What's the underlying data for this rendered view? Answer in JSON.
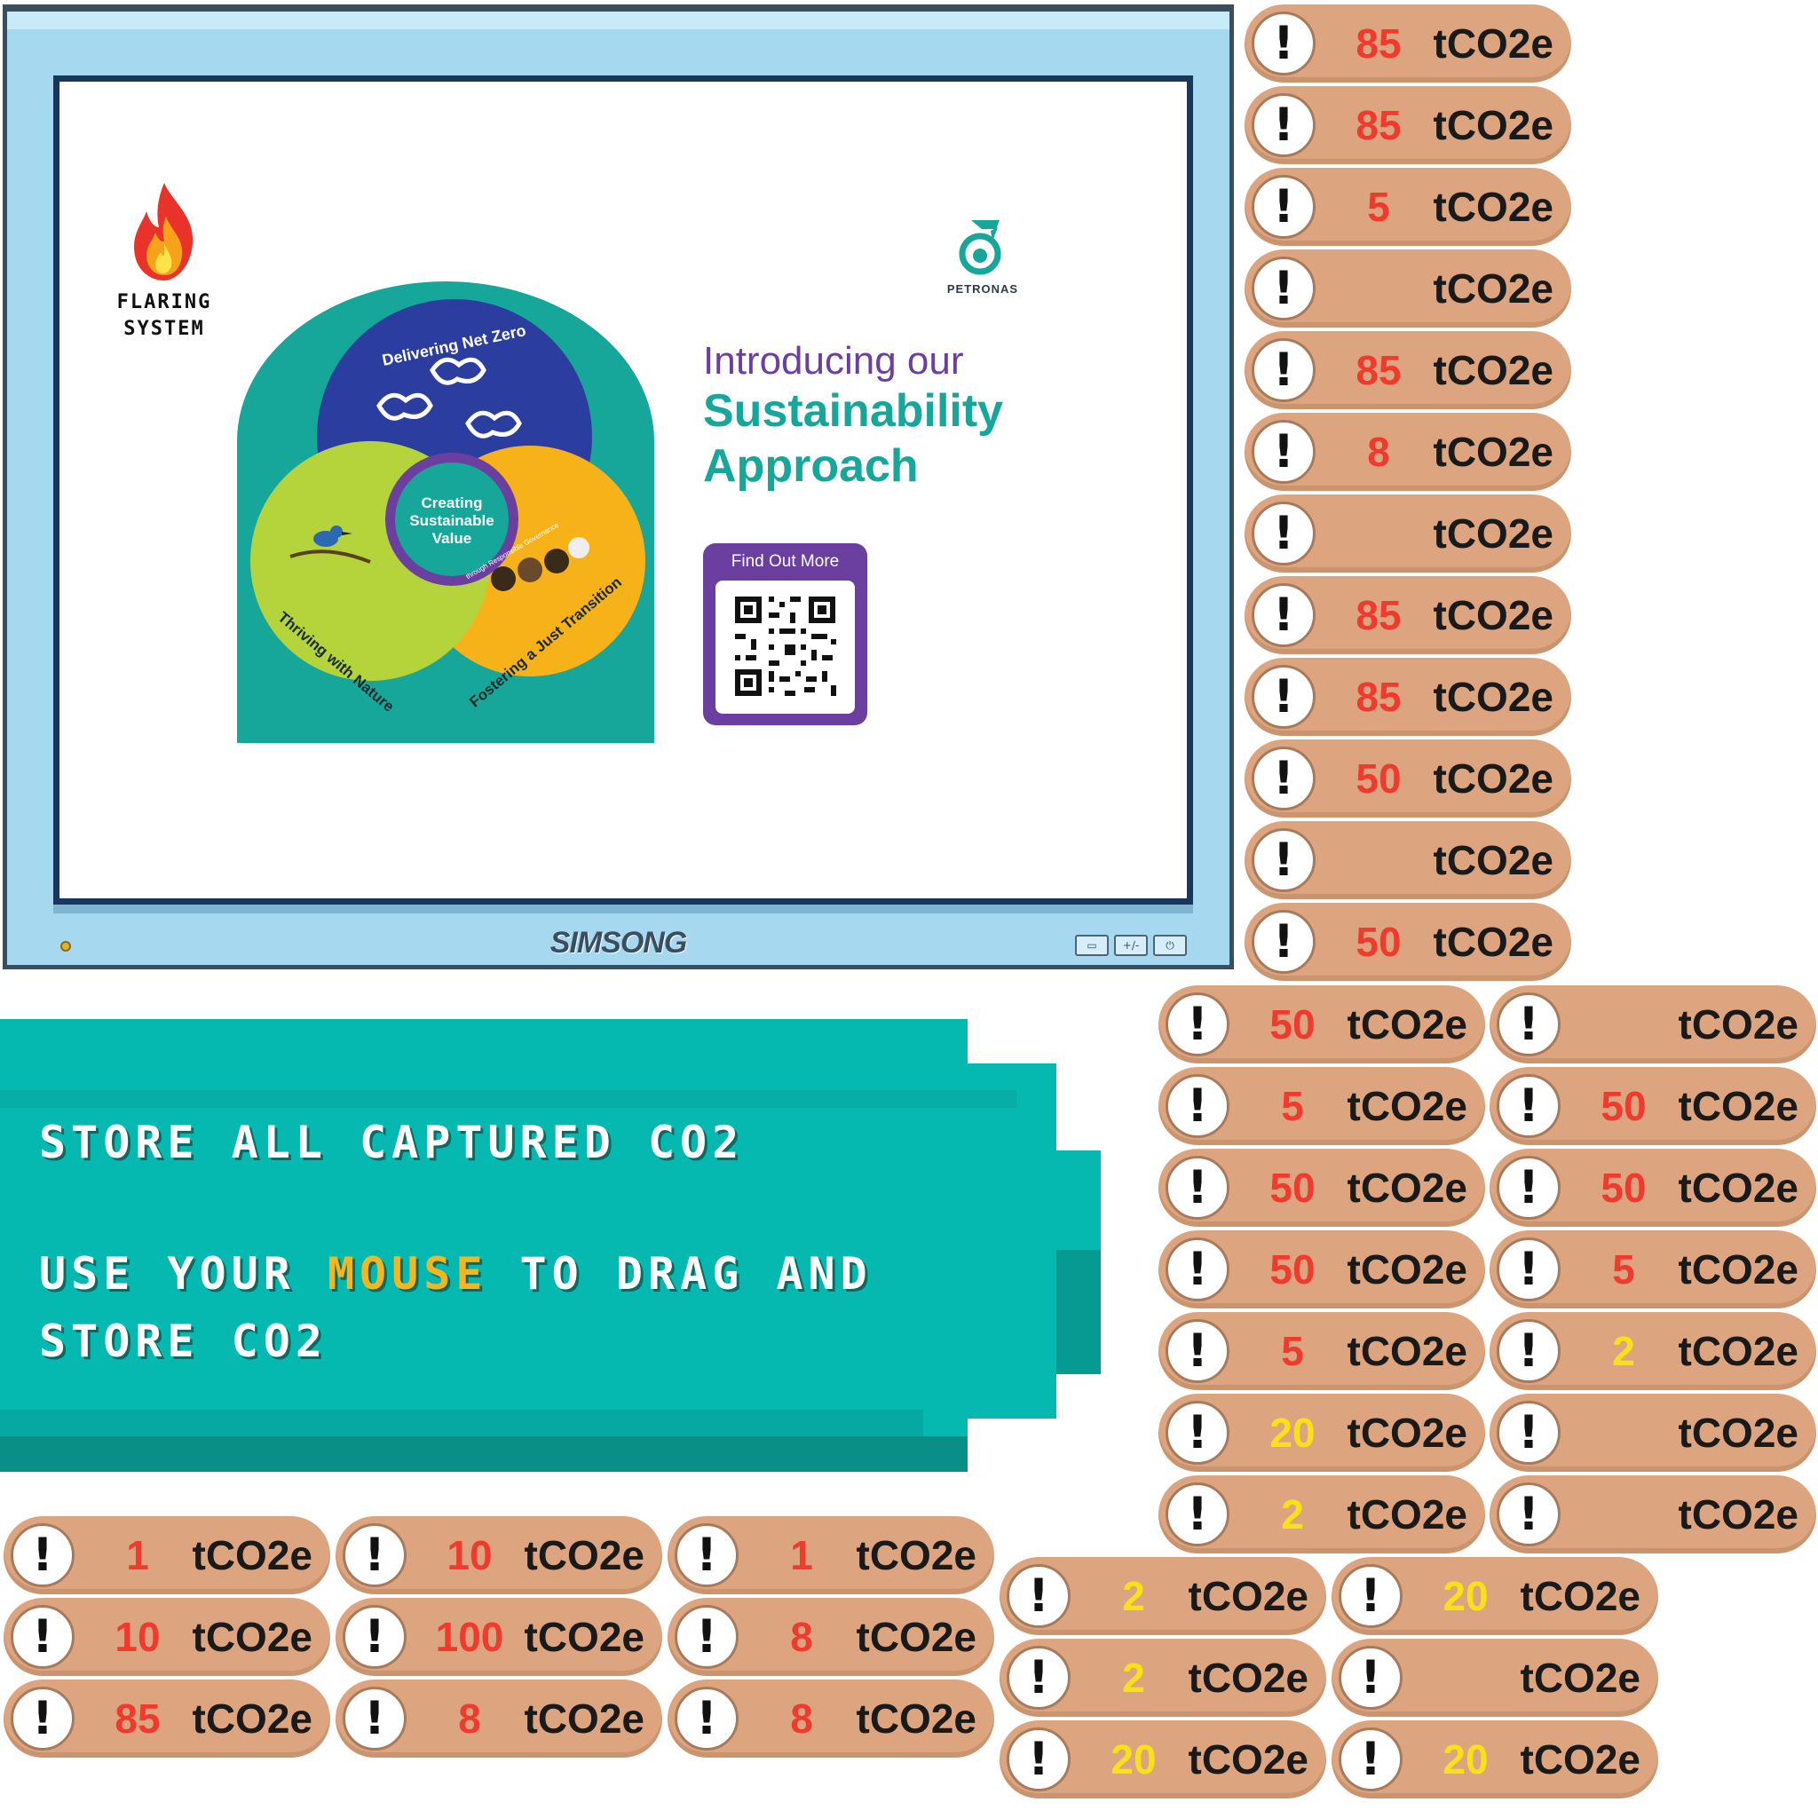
{
  "monitor": {
    "brand": "SIMSONG",
    "controls": [
      "▭",
      "+/-",
      "⏻"
    ]
  },
  "slide": {
    "flaring_label_1": "FLARING",
    "flaring_label_2": "SYSTEM",
    "petronas_name": "PETRONAS",
    "intro_line": "Introducing our",
    "title_line_1": "Sustainability",
    "title_line_2": "Approach",
    "qr_label": "Find Out More",
    "diagram": {
      "net_zero": "Delivering Net Zero",
      "center_1": "Creating",
      "center_2": "Sustainable",
      "center_3": "Value",
      "center_sub": "through Responsible Governance",
      "nature": "Thriving with Nature",
      "transition": "Fostering a Just Transition"
    }
  },
  "instructions": {
    "line1": "STORE ALL CAPTURED CO2",
    "line2_pre": "USE YOUR ",
    "line2_highlight": "MOUSE",
    "line2_post": " TO DRAG AND",
    "line3": "STORE CO2"
  },
  "colors": {
    "red_value": "#f03a2e",
    "yellow_value": "#f7e21a",
    "token_bg": "#dca57f",
    "banner": "#05b8b0"
  },
  "token_unit": "tCO2e",
  "token_alert": "!",
  "tokens": [
    {
      "value": "85",
      "color": "red"
    },
    {
      "value": "85",
      "color": "red"
    },
    {
      "value": "5",
      "color": "red"
    },
    {
      "value": "",
      "color": "red"
    },
    {
      "value": "85",
      "color": "red"
    },
    {
      "value": "8",
      "color": "red"
    },
    {
      "value": "",
      "color": "red"
    },
    {
      "value": "85",
      "color": "red"
    },
    {
      "value": "85",
      "color": "red"
    },
    {
      "value": "50",
      "color": "red"
    },
    {
      "value": "",
      "color": "red"
    },
    {
      "value": "50",
      "color": "red"
    },
    {
      "value": "50",
      "color": "red"
    },
    {
      "value": "5",
      "color": "red"
    },
    {
      "value": "50",
      "color": "red"
    },
    {
      "value": "50",
      "color": "red"
    },
    {
      "value": "5",
      "color": "red"
    },
    {
      "value": "20",
      "color": "yellow"
    },
    {
      "value": "2",
      "color": "yellow"
    },
    {
      "value": "",
      "color": "red"
    },
    {
      "value": "50",
      "color": "red"
    },
    {
      "value": "50",
      "color": "red"
    },
    {
      "value": "5",
      "color": "red"
    },
    {
      "value": "2",
      "color": "yellow"
    },
    {
      "value": "",
      "color": "yellow"
    },
    {
      "value": "",
      "color": "yellow"
    },
    {
      "value": "1",
      "color": "red"
    },
    {
      "value": "10",
      "color": "red"
    },
    {
      "value": "85",
      "color": "red"
    },
    {
      "value": "10",
      "color": "red"
    },
    {
      "value": "100",
      "color": "red"
    },
    {
      "value": "8",
      "color": "red"
    },
    {
      "value": "1",
      "color": "red"
    },
    {
      "value": "8",
      "color": "red"
    },
    {
      "value": "8",
      "color": "red"
    },
    {
      "value": "2",
      "color": "yellow"
    },
    {
      "value": "2",
      "color": "yellow"
    },
    {
      "value": "20",
      "color": "yellow"
    },
    {
      "value": "20",
      "color": "yellow"
    },
    {
      "value": "",
      "color": "yellow"
    },
    {
      "value": "20",
      "color": "yellow"
    }
  ]
}
